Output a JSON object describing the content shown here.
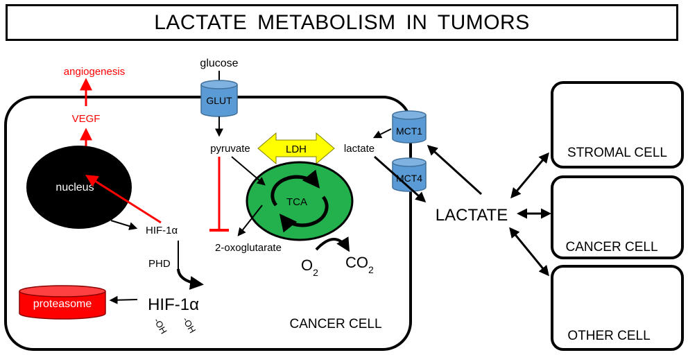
{
  "title": "LACTATE METABOLISM IN TUMORS",
  "labels": {
    "angiogenesis": "angiogenesis",
    "vegf": "VEGF",
    "glucose": "glucose",
    "glut": "GLUT",
    "pyruvate": "pyruvate",
    "ldh": "LDH",
    "lactate": "lactate",
    "mct1": "MCT1",
    "mct4": "MCT4",
    "nucleus": "nucleus",
    "tca": "TCA",
    "hif1a_small": "HIF-1α",
    "oxoglutarate": "2-oxoglutarate",
    "phd": "PHD",
    "o2_main": "O",
    "o2_sub": "2",
    "co2_main": "CO",
    "co2_sub": "2",
    "proteasome": "proteasome",
    "hif1a_large": "HIF-1α",
    "oh1": "-OH",
    "oh2": "-OH",
    "cancer_cell_inner": "CANCER CELL",
    "lactate_big": "LACTATE"
  },
  "cells": {
    "stromal": "STROMAL CELL",
    "cancer": "CANCER CELL",
    "other": "OTHER CELL"
  },
  "colors": {
    "red": "#ff0000",
    "transporter": "#5b9bd5",
    "transporter_stroke": "#41719c",
    "tca_green": "#22b14c",
    "ldh_yellow": "#ffff00",
    "proteasome_red": "#ff0000"
  }
}
